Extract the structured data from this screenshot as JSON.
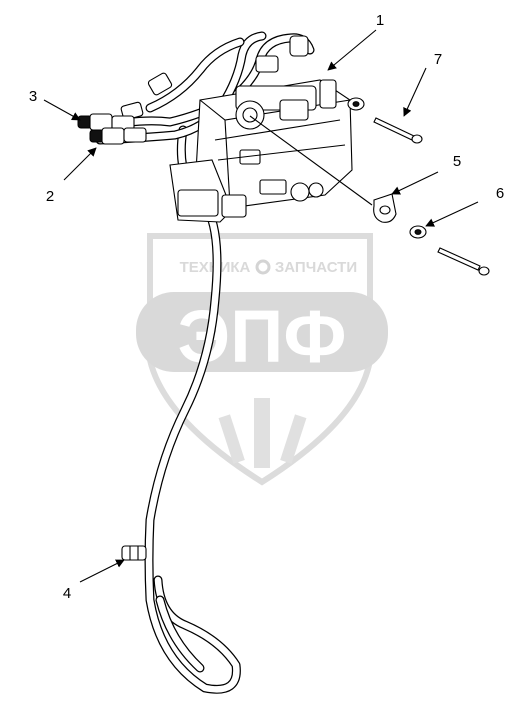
{
  "watermark": {
    "top_text_left": "ТЕХНИКА",
    "top_text_right": "ЗАПЧАСТИ",
    "logo_text": "ЭПФ",
    "shield_color": "#d9d9d9"
  },
  "callouts": [
    {
      "id": "1",
      "label": "1"
    },
    {
      "id": "2",
      "label": "2"
    },
    {
      "id": "3",
      "label": "3"
    },
    {
      "id": "4",
      "label": "4"
    },
    {
      "id": "5",
      "label": "5"
    },
    {
      "id": "6",
      "label": "6"
    },
    {
      "id": "7",
      "label": "7"
    }
  ]
}
